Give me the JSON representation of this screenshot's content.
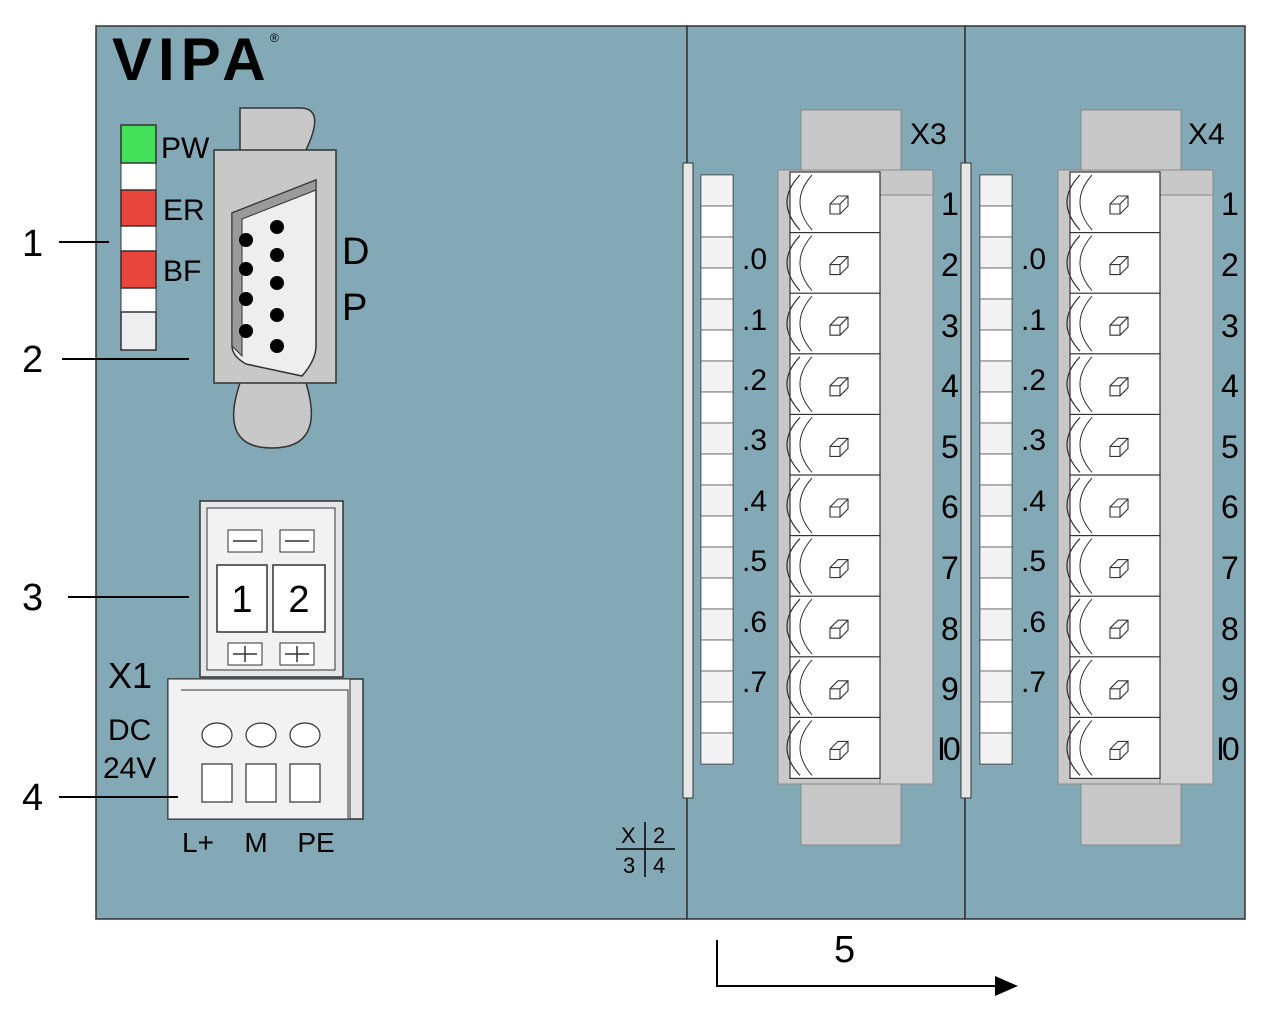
{
  "brand": {
    "logo_text": "VIPA",
    "registered_mark": "®"
  },
  "leds": [
    {
      "label": "PW",
      "color": "#44e05a"
    },
    {
      "label": "ER",
      "color": "#e8463c"
    },
    {
      "label": "BF",
      "color": "#e8463c"
    },
    {
      "label": "",
      "color": "#eeeeee"
    }
  ],
  "dp_port": {
    "label_line1": "D",
    "label_line2": "P"
  },
  "address_switch": {
    "digits": [
      "1",
      "2"
    ],
    "minus_symbol": "—",
    "plus_symbol": "+"
  },
  "power": {
    "connector_label": "X1",
    "voltage_line1": "DC",
    "voltage_line2": "24V",
    "terminals": [
      "L+",
      "M",
      "PE"
    ]
  },
  "callouts": [
    "1",
    "2",
    "3",
    "4",
    "5"
  ],
  "connector_legend": {
    "x": "X",
    "n2": "2",
    "n3": "3",
    "n4": "4"
  },
  "io_modules": [
    {
      "connector_label": "X3",
      "bit_labels": [
        ".0",
        ".1",
        ".2",
        ".3",
        ".4",
        ".5",
        ".6",
        ".7"
      ],
      "pin_labels": [
        "1",
        "2",
        "3",
        "4",
        "5",
        "6",
        "7",
        "8",
        "9",
        "I0"
      ]
    },
    {
      "connector_label": "X4",
      "bit_labels": [
        ".0",
        ".1",
        ".2",
        ".3",
        ".4",
        ".5",
        ".6",
        ".7"
      ],
      "pin_labels": [
        "1",
        "2",
        "3",
        "4",
        "5",
        "6",
        "7",
        "8",
        "9",
        "I0"
      ]
    }
  ],
  "colors": {
    "housing": "#82a9b5",
    "outline": "#333333",
    "connector_grey": "#c8c8c8",
    "terminal_white": "#ffffff",
    "strip_white": "#f2f2f2",
    "dark_grey": "#9a9a9a",
    "text": "#000000"
  }
}
